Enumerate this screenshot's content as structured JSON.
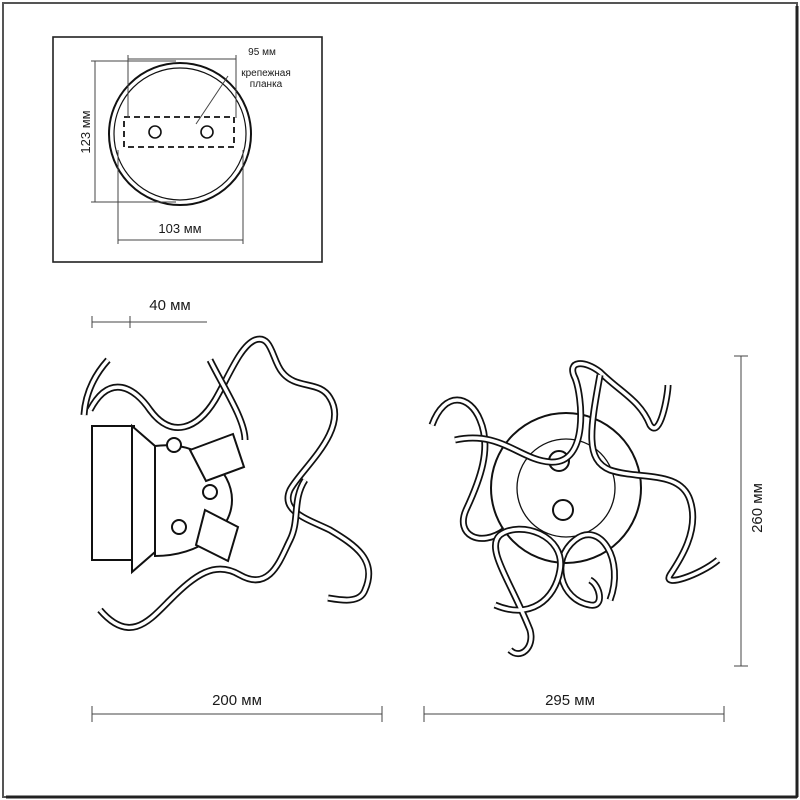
{
  "mount_plate": {
    "width_label": "103 мм",
    "height_label": "123 мм",
    "spacing_label": "95 мм",
    "bracket_label_line1": "крепежная",
    "bracket_label_line2": "планка"
  },
  "side_view": {
    "depth_label": "40 мм",
    "width_label": "200 мм"
  },
  "front_view": {
    "width_label": "295 мм",
    "height_label": "260 мм"
  }
}
